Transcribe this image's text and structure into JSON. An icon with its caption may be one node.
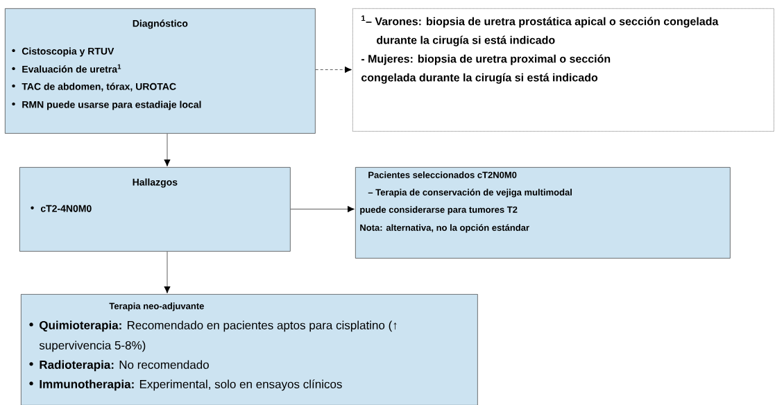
{
  "diagram": {
    "nodes": [
      {
        "text": [
          "Diagnóstico",
          "Cistoscopia y RTUV",
          "Evaluación de uretra$^{1}$",
          "TAC de abdomen, tórax,  UROTAC",
          "RMN puede usarse para estadiaje local"
        ]
      },
      {
        "text": [
          "$^{1}$– Varones: biopsia de uretra prostática apical o sección congelada durante la cirugía si está indicado",
          "- Mujeres: biopsia de uretra proximal o sección congelada durante la cirugía si está indicado"
        ]
      },
      {
        "text": [
          "Hallazgos",
          "cT2-4N0M0"
        ]
      },
      {
        "text": [
          "Pacientes seleccionados cT2N0M0",
          "– Terapia de conservación de vejiga multimodal puede considerarse para tumores T2",
          "Nota: alternativa, no la opción estándar"
        ]
      },
      {
        "text": [
          "Terapia neo-adjuvante",
          "**Quimioterapia:** Recomendado en pacientes aptos para cisplatino (↑ supervivencia 5-8%)",
          "**Radioterapia:** No recomendado",
          "**Immunotherapia:** Experimental, solo en ensayos clínicos"
        ]
      }
    ],
    "edges": [
      {
        "from": 0,
        "to": 1,
        "arrow": "to",
        "style": "dashed"
      },
      {
        "from": 0,
        "to": 2,
        "arrow": "to"
      },
      {
        "from": 2,
        "to": 3,
        "arrow": "to"
      },
      {
        "from": 2,
        "to": 4,
        "arrow": "to"
      }
    ]
  }
}
